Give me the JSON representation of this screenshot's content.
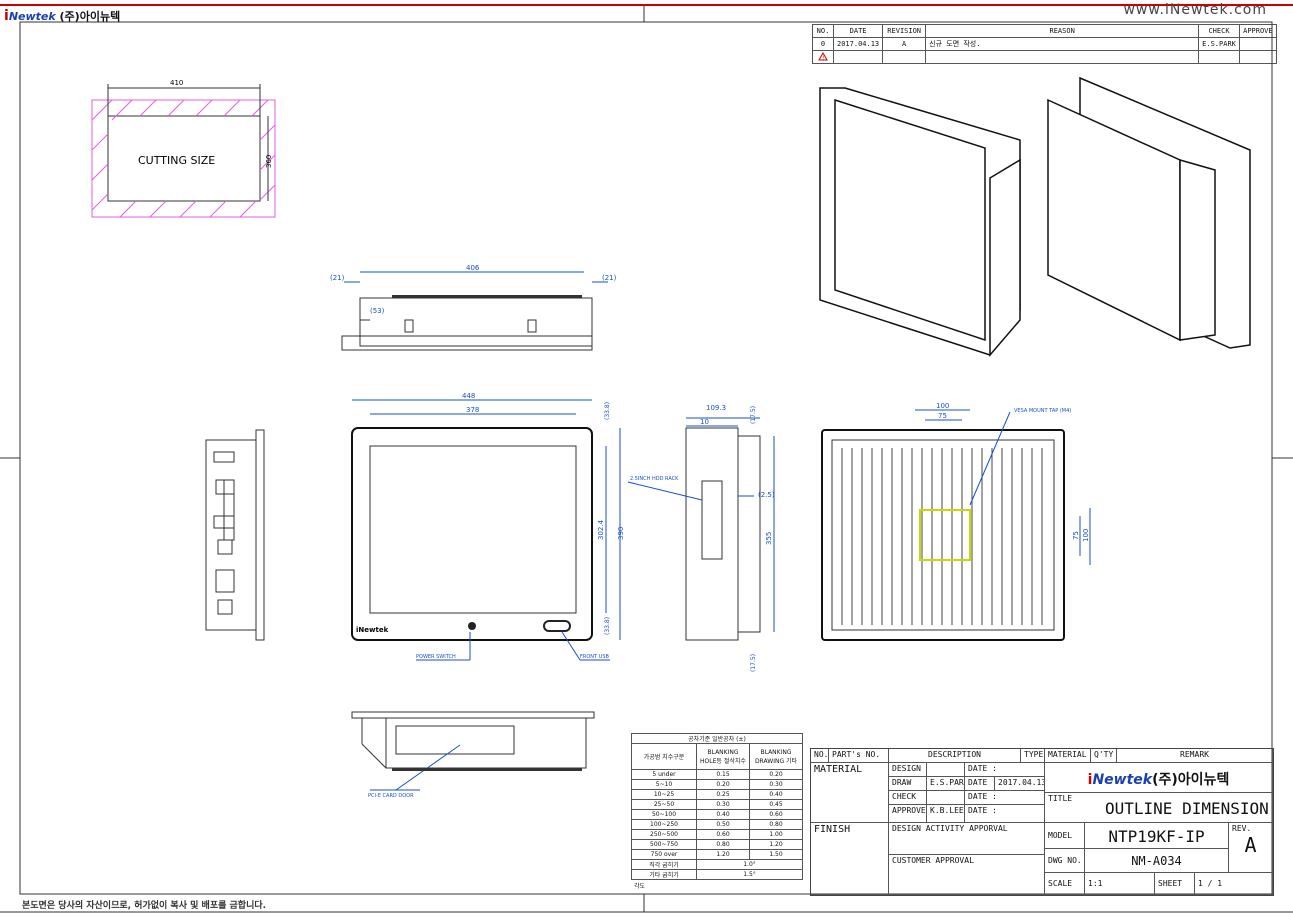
{
  "header": {
    "logo_i": "i",
    "logo_name": "Newtek",
    "logo_korean": "(주)아이뉴텍",
    "url": "www.iNewtek.com"
  },
  "footer": {
    "notice": "본도면은 당사의 자산이므로, 허가없이 복사 및 배포를 금합니다."
  },
  "revision_table": {
    "headers": [
      "NO.",
      "DATE",
      "REVISION",
      "REASON",
      "CHECK",
      "APPROVE"
    ],
    "rows": [
      [
        "0",
        "2017.04.13",
        "A",
        "신규 도면 작성.",
        "E.S.PARK",
        ""
      ]
    ]
  },
  "drawing": {
    "cutting_size_label": "CUTTING SIZE",
    "cut_width": "410",
    "cut_height": "360",
    "top_width": "406",
    "top_side_left": "(21)",
    "top_side_right": "(21)",
    "top_small": "(53)",
    "front_outer": "448",
    "front_inner": "378",
    "front_top_margin": "(33.8)",
    "front_bottom_margin": "(33.8)",
    "front_inner_height": "302.4",
    "front_outer_height": "390",
    "front_logo": "iNewtek",
    "power_switch": "POWER SWITCH",
    "front_usb": "FRONT USB",
    "side_depth": "109.3",
    "side_top": "(17.5)",
    "side_bottom": "(17.5)",
    "side_10": "10",
    "side_height": "355",
    "side_2_5": "(2.5)",
    "hdd_label": "2.5INCH HDD RACK",
    "vesa_label": "VESA MOUNT TAP (M4)",
    "vesa_100": "100",
    "vesa_75": "75",
    "vesa_v75": "75",
    "vesa_v100": "100",
    "pcie_label": "PCI-E CARD DOOR"
  },
  "tolerance_table": {
    "title": "공차기준 일반공차 (±)",
    "col1": "가공범\n치수구분",
    "col2": "BLANKING HOLE등 절삭치수",
    "col3": "BLANKING DRAWING 기타",
    "rows": [
      [
        "5 under",
        "0.15",
        "0.20"
      ],
      [
        "5~10",
        "0.20",
        "0.30"
      ],
      [
        "10~25",
        "0.25",
        "0.40"
      ],
      [
        "25~50",
        "0.30",
        "0.45"
      ],
      [
        "50~100",
        "0.40",
        "0.60"
      ],
      [
        "100~250",
        "0.50",
        "0.80"
      ],
      [
        "250~500",
        "0.60",
        "1.00"
      ],
      [
        "500~750",
        "0.80",
        "1.20"
      ],
      [
        "750 over",
        "1.20",
        "1.50"
      ]
    ],
    "angle_label": "각도",
    "angle_rows": [
      [
        "직각 굽히기",
        "1.0°"
      ],
      [
        "기타 굽히기",
        "1.5°"
      ]
    ]
  },
  "title_block": {
    "h_no": "NO.",
    "h_part": "PART's NO.",
    "h_desc": "DESCRIPTION",
    "h_type": "TYPE",
    "h_material": "MATERIAL",
    "h_qty": "Q'TY",
    "h_remark": "REMARK",
    "material": "MATERIAL",
    "finish": "FINISH",
    "design": "DESIGN",
    "draw": "DRAW",
    "check": "CHECK",
    "approve": "APPROVE",
    "draw_name": "E.S.PARK",
    "approve_name": "K.B.LEE",
    "date_label": "DATE :",
    "draw_date": "2017.04.13",
    "design_activity": "DESIGN ACTIVITY APPORVAL",
    "customer_approval": "CUSTOMER APPROVAL",
    "title_label": "TITLE",
    "title_value": "OUTLINE DIMENSION",
    "model_label": "MODEL",
    "model_value": "NTP19KF-IP",
    "dwg_label": "DWG NO.",
    "dwg_value": "NM-A034",
    "rev_label": "REV.",
    "rev_value": "A",
    "scale_label": "SCALE",
    "scale_value": "1:1",
    "sheet_label": "SHEET",
    "sheet_value": "1   /   1"
  }
}
